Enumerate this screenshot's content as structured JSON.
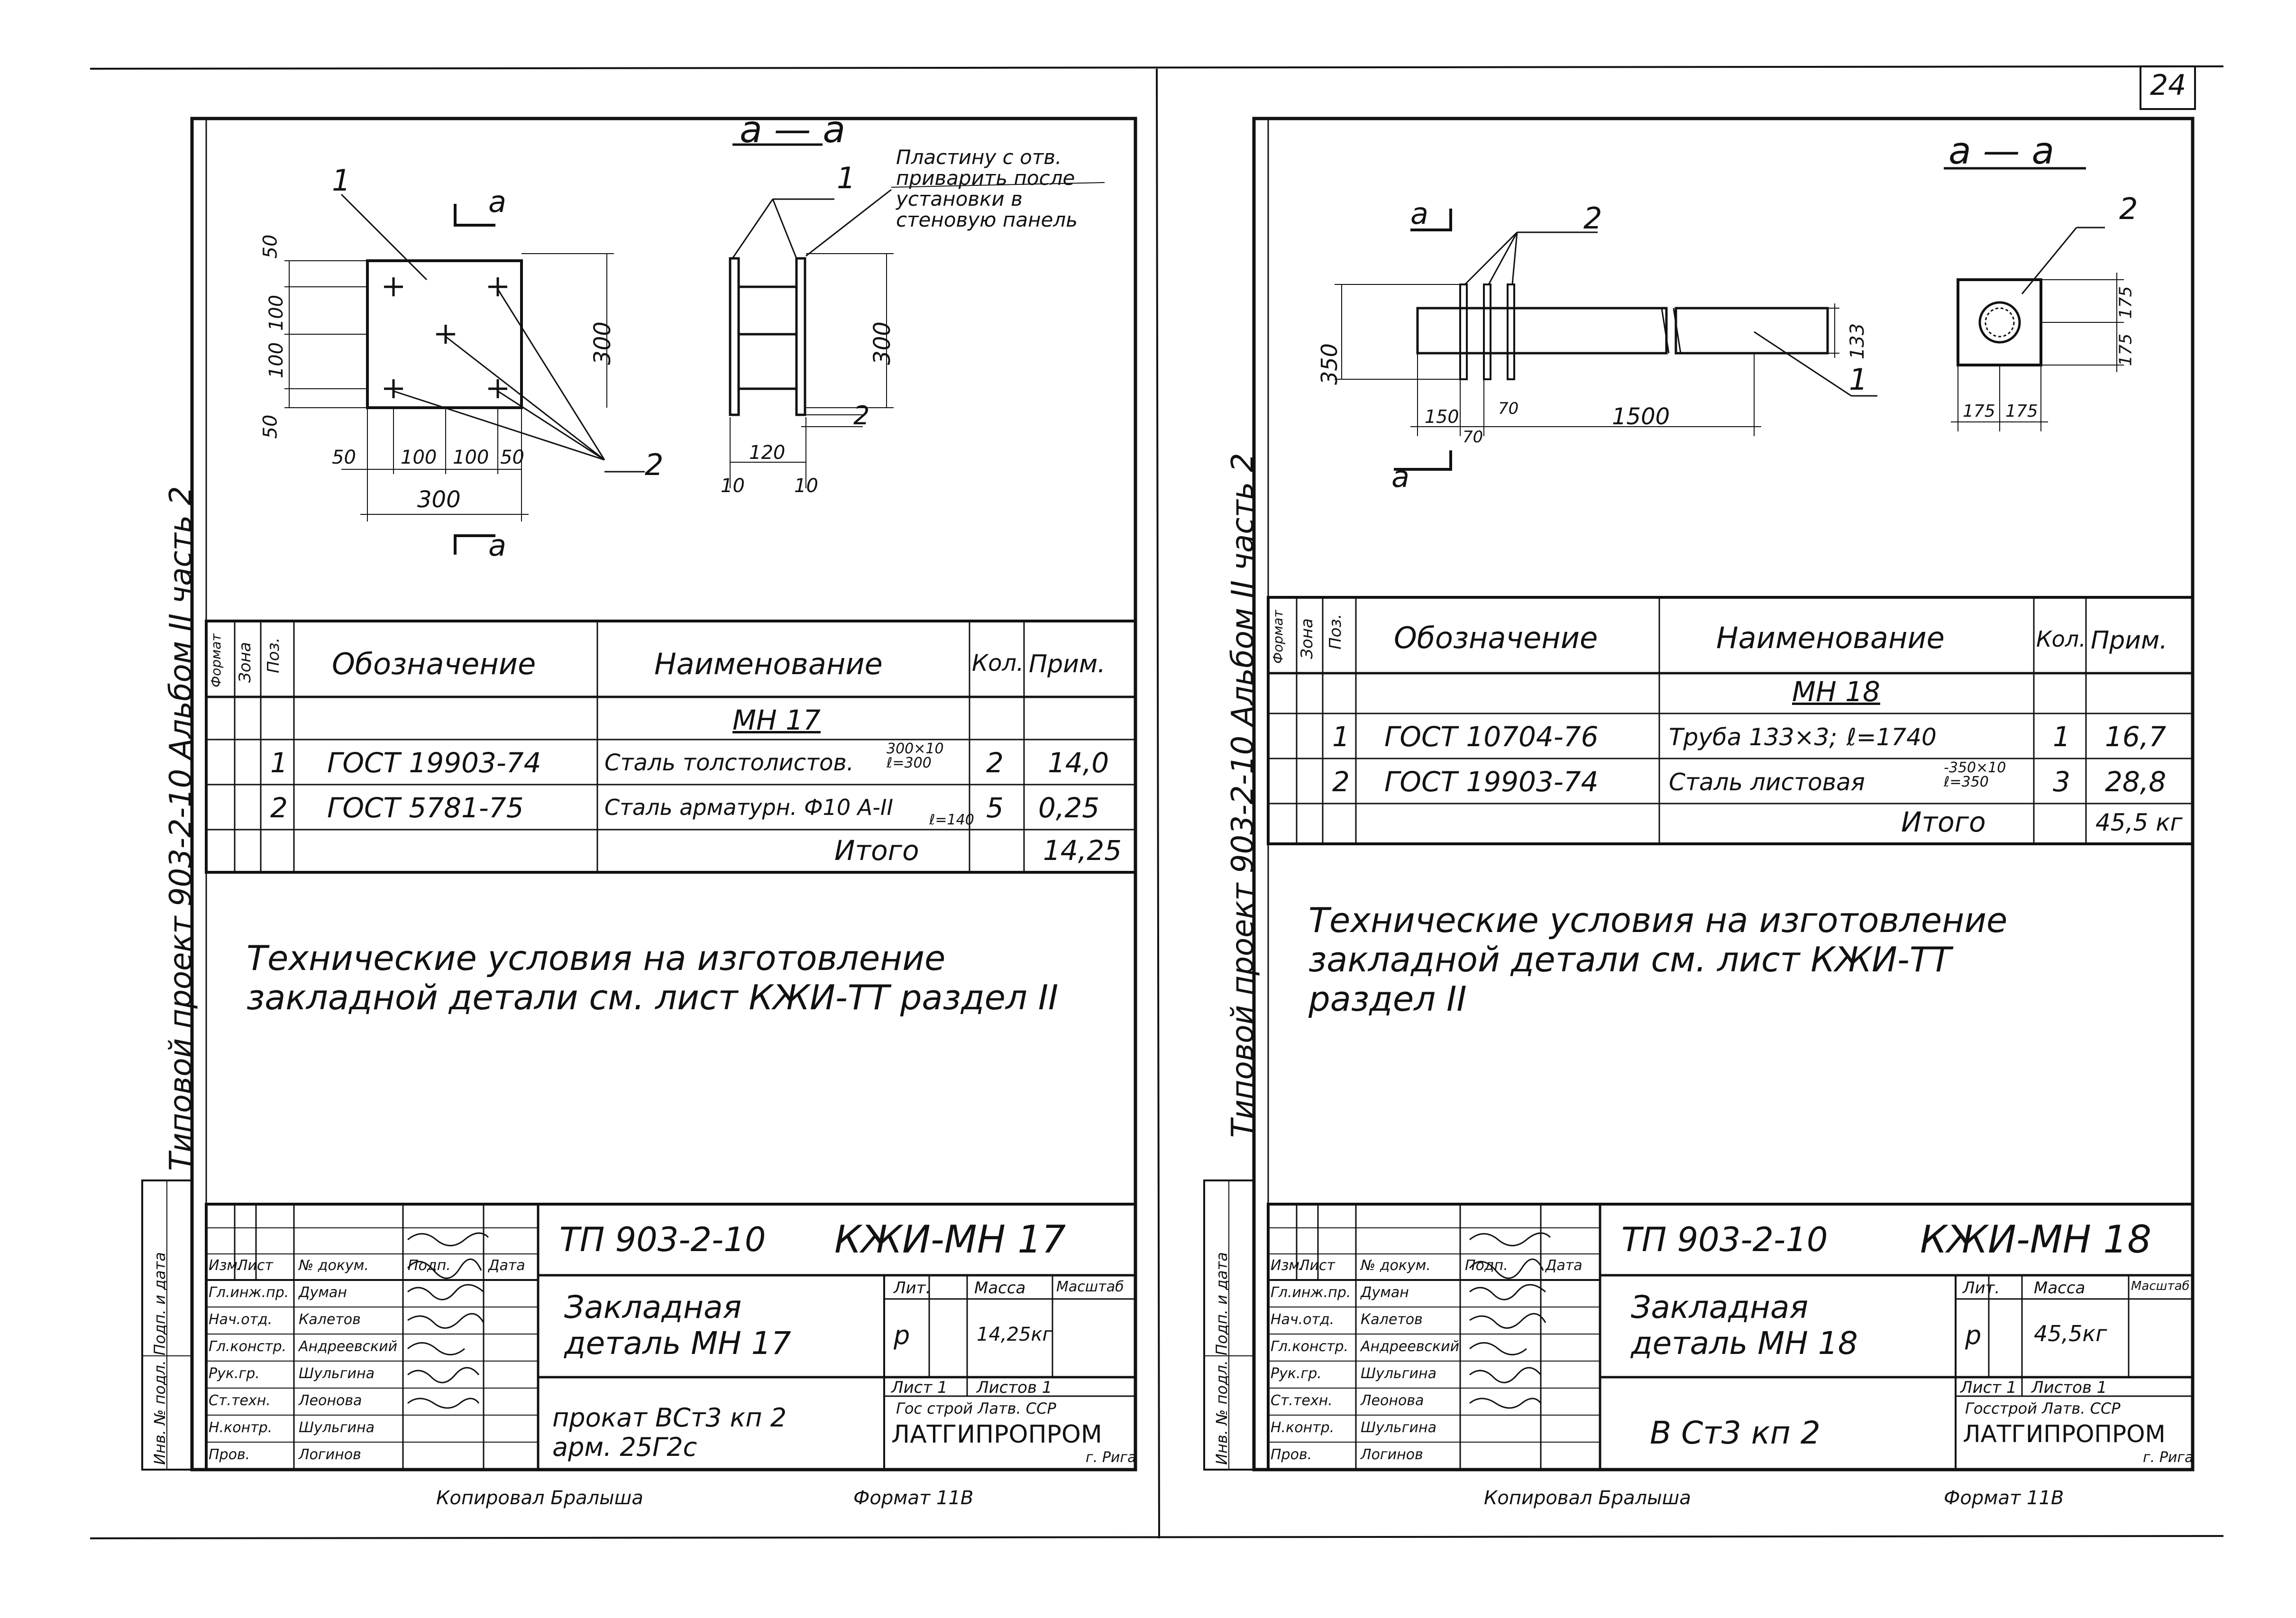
{
  "page_number": "24",
  "footer_copied": "Копировал Бралыша",
  "left": {
    "side_label": "Типовой проект 903-2-10   Альбом II часть 2",
    "side_label_bottom": "Инв. № подл.  Подп. и дата",
    "section": "а — а",
    "section_note": "Пластину с отв. приварить после установки в стеновую панель",
    "pos_labels": [
      "1",
      "2",
      "1",
      "2"
    ],
    "dims": [
      "50",
      "100",
      "100",
      "50",
      "50",
      "100",
      "100",
      "50",
      "300",
      "300",
      "300",
      "120",
      "10",
      "10",
      "а",
      "а"
    ],
    "table": {
      "headers": [
        "Формат",
        "Зона",
        "Поз.",
        "Обозначение",
        "Наименование",
        "Кол.",
        "Прим."
      ],
      "group": "МН 17",
      "rows": [
        {
          "pos": "1",
          "doc": "ГОСТ 19903-74",
          "name": "Сталь толстолистов.",
          "size": "300×10 ℓ=300",
          "qty": "2",
          "note": "14,0"
        },
        {
          "pos": "2",
          "doc": "ГОСТ 5781-75",
          "name": "Сталь арматурн. Ф10 А-II",
          "size": "ℓ=140",
          "qty": "5",
          "note": "0,25"
        }
      ],
      "total_label": "Итого",
      "total": "14,25"
    },
    "notes": "Технические условия на изготовление закладной детали см. лист КЖИ-ТТ раздел II",
    "stamp": {
      "code": "ТП 903-2-10",
      "sheet": "КЖИ-МН 17",
      "title": "Закладная деталь МН 17",
      "material": "прокат ВСт3 кп 2 арм. 25Г2с",
      "lit_headers": [
        "Лит.",
        "Масса",
        "Масштаб"
      ],
      "lit": "р",
      "mass": "14,25кг",
      "list": "Лист 1",
      "lists": "Листов 1",
      "org": "Гос строй Латв. ССР",
      "org_name": "ЛАТГИПРОПРОМ",
      "city": "г. Рига",
      "people": [
        [
          "Изм.",
          "Лист",
          "№ докум.",
          "Подп.",
          "Дата"
        ],
        [
          "Гл.инж.пр.",
          "Думан",
          "",
          "",
          ""
        ],
        [
          "Нач.отд.",
          "Калетов",
          "",
          "",
          ""
        ],
        [
          "Гл.констр.",
          "Андреевский",
          "",
          "",
          ""
        ],
        [
          "Рук.гр.",
          "Шульгина",
          "",
          "",
          ""
        ],
        [
          "Ст.техн.",
          "Леонова",
          "",
          "",
          ""
        ],
        [
          "Н.контр.",
          "Шульгина",
          "",
          "",
          ""
        ],
        [
          "Пров.",
          "Логинов",
          "",
          "",
          ""
        ]
      ]
    },
    "format": "Формат 11В"
  },
  "right": {
    "side_label": "Типовой проект 903-2-10   Альбом II часть 2",
    "side_label_bottom": "Инв. № подл.  Подп. и дата",
    "section": "а — а",
    "dims": [
      "350",
      "150",
      "70",
      "70",
      "1500",
      "133",
      "175",
      "175",
      "175",
      "175",
      "а",
      "а"
    ],
    "pos_labels": [
      "2",
      "1",
      "2"
    ],
    "table": {
      "headers": [
        "Формат",
        "Зона",
        "Поз.",
        "Обозначение",
        "Наименование",
        "Кол.",
        "Прим."
      ],
      "group": "МН 18",
      "rows": [
        {
          "pos": "1",
          "doc": "ГОСТ 10704-76",
          "name": "Труба 133×3;",
          "size": "ℓ=1740",
          "qty": "1",
          "note": "16,7"
        },
        {
          "pos": "2",
          "doc": "ГОСТ 19903-74",
          "name": "Сталь листовая",
          "size": "-350×10 ℓ=350",
          "qty": "3",
          "note": "28,8"
        }
      ],
      "total_label": "Итого",
      "total": "45,5 кг"
    },
    "notes": "Технические условия на изготовление закладной детали см. лист КЖИ-ТТ раздел II",
    "stamp": {
      "code": "ТП 903-2-10",
      "sheet": "КЖИ-МН 18",
      "title": "Закладная деталь МН 18",
      "material": "В Ст3 кп 2",
      "lit_headers": [
        "Лит.",
        "Масса",
        "Масштаб"
      ],
      "lit": "р",
      "mass": "45,5кг",
      "list": "Лист 1",
      "lists": "Листов 1",
      "org": "Госстрой Латв. ССР",
      "org_name": "ЛАТГИПРОПРОМ",
      "city": "г. Рига",
      "people": [
        [
          "Изм.",
          "Лист",
          "№ докум.",
          "Подп.",
          "Дата"
        ],
        [
          "Гл.инж.пр.",
          "Думан",
          "",
          "",
          ""
        ],
        [
          "Нач.отд.",
          "Калетов",
          "",
          "",
          ""
        ],
        [
          "Гл.констр.",
          "Андреевский",
          "",
          "",
          ""
        ],
        [
          "Рук.гр.",
          "Шульгина",
          "",
          "",
          ""
        ],
        [
          "Ст.техн.",
          "Леонова",
          "",
          "",
          ""
        ],
        [
          "Н.контр.",
          "Шульгина",
          "",
          "",
          ""
        ],
        [
          "Пров.",
          "Логинов",
          "",
          "",
          ""
        ]
      ]
    },
    "footer_copied": "Копировал Бралыша",
    "format": "Формат 11В"
  }
}
